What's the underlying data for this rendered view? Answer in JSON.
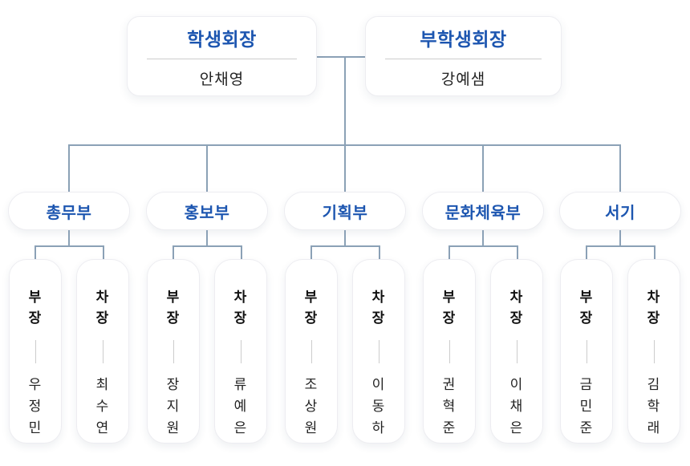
{
  "org": {
    "leaders": [
      {
        "title": "학생회장",
        "name": "안채영"
      },
      {
        "title": "부학생회장",
        "name": "강예샘"
      }
    ],
    "departments": [
      {
        "title": "총무부",
        "members": [
          {
            "role": "부장",
            "name": "우정민"
          },
          {
            "role": "차장",
            "name": "최수연"
          }
        ]
      },
      {
        "title": "홍보부",
        "members": [
          {
            "role": "부장",
            "name": "장지원"
          },
          {
            "role": "차장",
            "name": "류예은"
          }
        ]
      },
      {
        "title": "기획부",
        "members": [
          {
            "role": "부장",
            "name": "조상원"
          },
          {
            "role": "차장",
            "name": "이동하"
          }
        ]
      },
      {
        "title": "문화체육부",
        "members": [
          {
            "role": "부장",
            "name": "권혁준"
          },
          {
            "role": "차장",
            "name": "이채은"
          }
        ]
      },
      {
        "title": "서기",
        "members": [
          {
            "role": "부장",
            "name": "금민준"
          },
          {
            "role": "차장",
            "name": "김학래"
          }
        ]
      }
    ]
  },
  "colors": {
    "accent": "#1d56b0",
    "connector": "#8ba1b6",
    "name_text": "#222222",
    "divider": "#cccccc",
    "card_border": "#ededf1",
    "background": "#ffffff"
  }
}
